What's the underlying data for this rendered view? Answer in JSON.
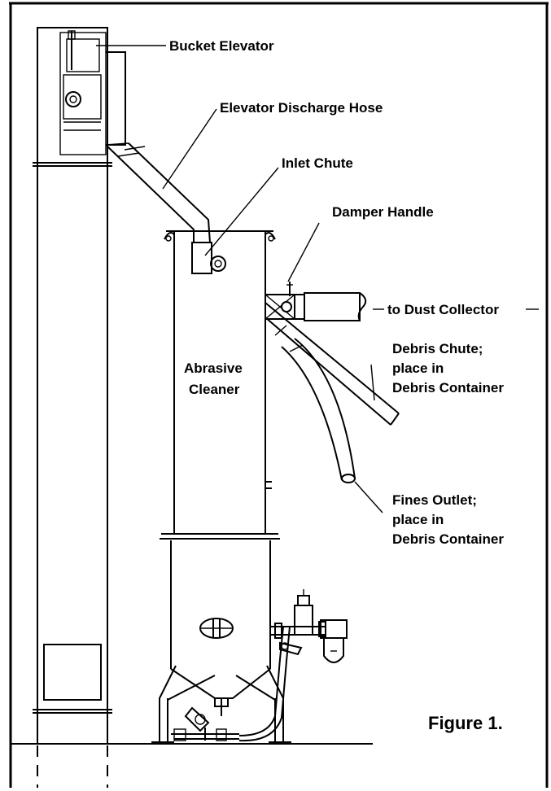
{
  "labels": {
    "bucket_elevator": "Bucket Elevator",
    "discharge_hose": "Elevator Discharge Hose",
    "inlet_chute": "Inlet Chute",
    "damper_handle": "Damper Handle",
    "dust_collector": "to Dust Collector",
    "abrasive_cleaner_1": "Abrasive",
    "abrasive_cleaner_2": "Cleaner",
    "debris_chute_1": "Debris Chute;",
    "debris_chute_2": "place in",
    "debris_chute_3": "Debris Container",
    "fines_outlet_1": "Fines Outlet;",
    "fines_outlet_2": "place in",
    "fines_outlet_3": "Debris Container",
    "figure_caption": "Figure 1."
  }
}
